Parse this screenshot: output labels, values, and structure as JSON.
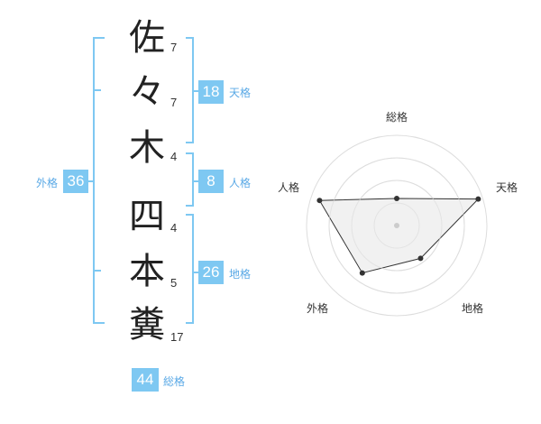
{
  "colors": {
    "bracket": "#7ec8f2",
    "badge_bg": "#7ec8f2",
    "badge_label": "#5aa9e6",
    "char": "#222222",
    "radar_fill": "#eeeeee",
    "ring": "#dddddd",
    "polygon": "#333333"
  },
  "name": {
    "characters": [
      {
        "char": "佐",
        "strokes": "7"
      },
      {
        "char": "々",
        "strokes": "7"
      },
      {
        "char": "木",
        "strokes": "4"
      },
      {
        "char": "四",
        "strokes": "4"
      },
      {
        "char": "本",
        "strokes": "5"
      },
      {
        "char": "糞",
        "strokes": "17"
      }
    ]
  },
  "kakusu": {
    "tenkaku": {
      "value": "18",
      "label": "天格"
    },
    "jinkaku": {
      "value": "8",
      "label": "人格"
    },
    "chikaku": {
      "value": "26",
      "label": "地格"
    },
    "gaikaku": {
      "value": "36",
      "label": "外格"
    },
    "soukaku": {
      "value": "44",
      "label": "総格"
    }
  },
  "chart_data": {
    "type": "radar",
    "axes": [
      "総格",
      "天格",
      "地格",
      "外格",
      "人格"
    ],
    "rings": 4,
    "max": 4,
    "values": [
      1.2,
      3.8,
      1.8,
      2.6,
      3.6
    ]
  }
}
